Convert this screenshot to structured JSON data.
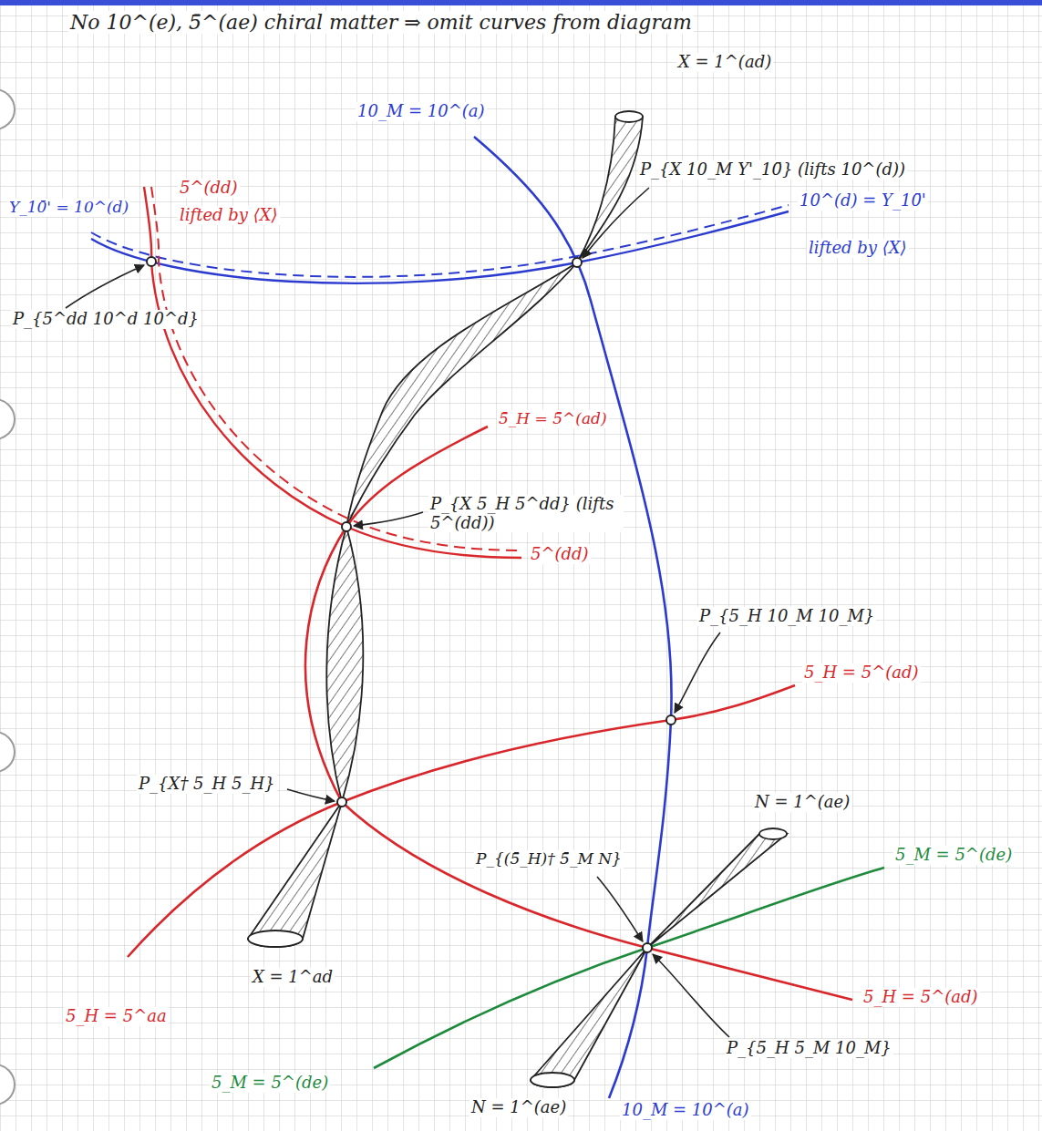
{
  "diagram": {
    "title": "No 10^(e), 5̄^(ae) chiral matter ⇒ omit curves from diagram",
    "labels": [
      "X = 1^(ad)",
      "10_M = 10^(a)",
      "P_{X 10_M Y'_10̄} (lifts 10^(d))",
      "Y_10̄' = 10^(d)",
      "5̄^(dd)",
      "lifted by ⟨X⟩",
      "10^(d) = Y_10̄'",
      "lifted by ⟨X⟩",
      "P_{5̄^dd 10^d 10^d}",
      "5̄_H = 5̄^(ad)",
      "P_{X 5̄_H 5̄^dd} (lifts 5̄^(dd))",
      "5̄^(dd)",
      "P_{5_H 10_M 10_M}",
      "5_H = 5̄^(ad)",
      "P_{X† 5_H 5̄_H}",
      "N = 1^(ae)",
      "P_{(5̄_H)† 5̄_M N}",
      "5̄_M = 5̄^(de)",
      "X = 1^ad",
      "5̄_H = 5̄^aa",
      "5̄_H = 5̄^(ad)",
      "P_{5̄_H 5̄_M 10_M}",
      "5̄_M = 5̄^(de)",
      "N = 1^(ae)",
      "10_M = 10^(a)"
    ]
  }
}
